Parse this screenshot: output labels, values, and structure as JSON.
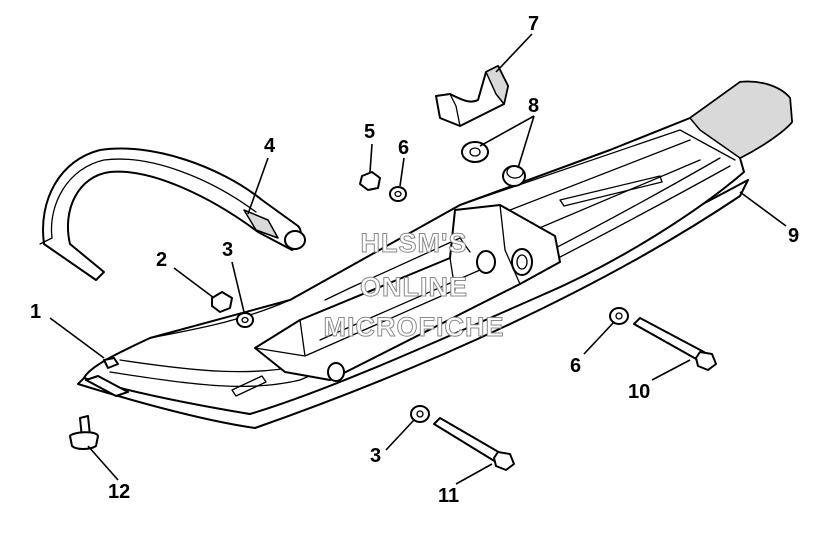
{
  "watermark": {
    "line1": "HLSM'S",
    "line2": "ONLINE",
    "line3": "MICROFICHE"
  },
  "callouts": [
    "1",
    "2",
    "3",
    "4",
    "5",
    "6",
    "7",
    "8",
    "9",
    "10",
    "11",
    "12",
    "6",
    "3"
  ],
  "colors": {
    "ink": "#000000",
    "watermark": "#8a8a8a",
    "background": "#ffffff"
  }
}
